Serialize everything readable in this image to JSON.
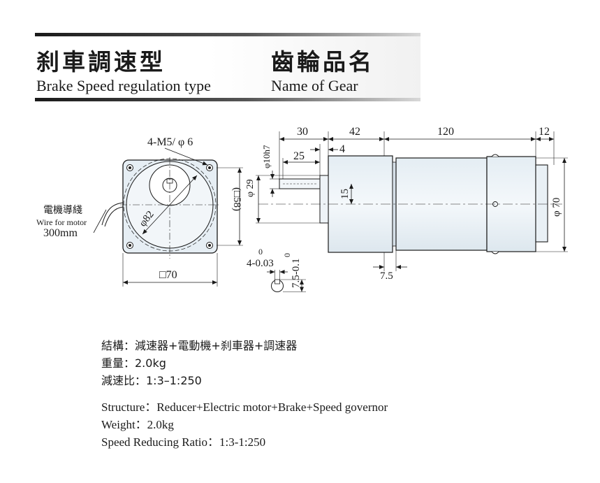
{
  "header": {
    "type_cn": "刹車調速型",
    "type_en": "Brake Speed regulation type",
    "gear_cn": "齒輪品名",
    "gear_en": "Name of Gear"
  },
  "drawing": {
    "front": {
      "hole_spec": "4-M5/ φ 6",
      "pcd": "φ82",
      "square_inner": "(□58)",
      "square_outer": "□70",
      "wire_cn": "電機導綫",
      "wire_en": "Wire for motor",
      "wire_len": "300mm"
    },
    "side": {
      "dim_30": "30",
      "dim_42": "42",
      "dim_120": "120",
      "dim_12": "12",
      "dim_4": "4",
      "dim_25": "25",
      "shaft_dia": "φ10h7",
      "pilot_dia": "φ 29",
      "dim_15": "15",
      "body_dia": "φ 70",
      "dim_7_5": "7.5"
    },
    "key": {
      "key_width": "4-0.03",
      "key_width_upper": "0",
      "key_depth": "7.5-0.1",
      "key_depth_upper": "0"
    }
  },
  "specs_cn": [
    "結構：減速器+電動機+刹車器+調速器",
    "重量：2.0kg",
    "減速比：1:3–1:250"
  ],
  "specs_en": [
    "Structure：Reducer+Electric motor+Brake+Speed governor",
    "Weight：2.0kg",
    "Speed Reducing Ratio：1:3-1:250"
  ]
}
